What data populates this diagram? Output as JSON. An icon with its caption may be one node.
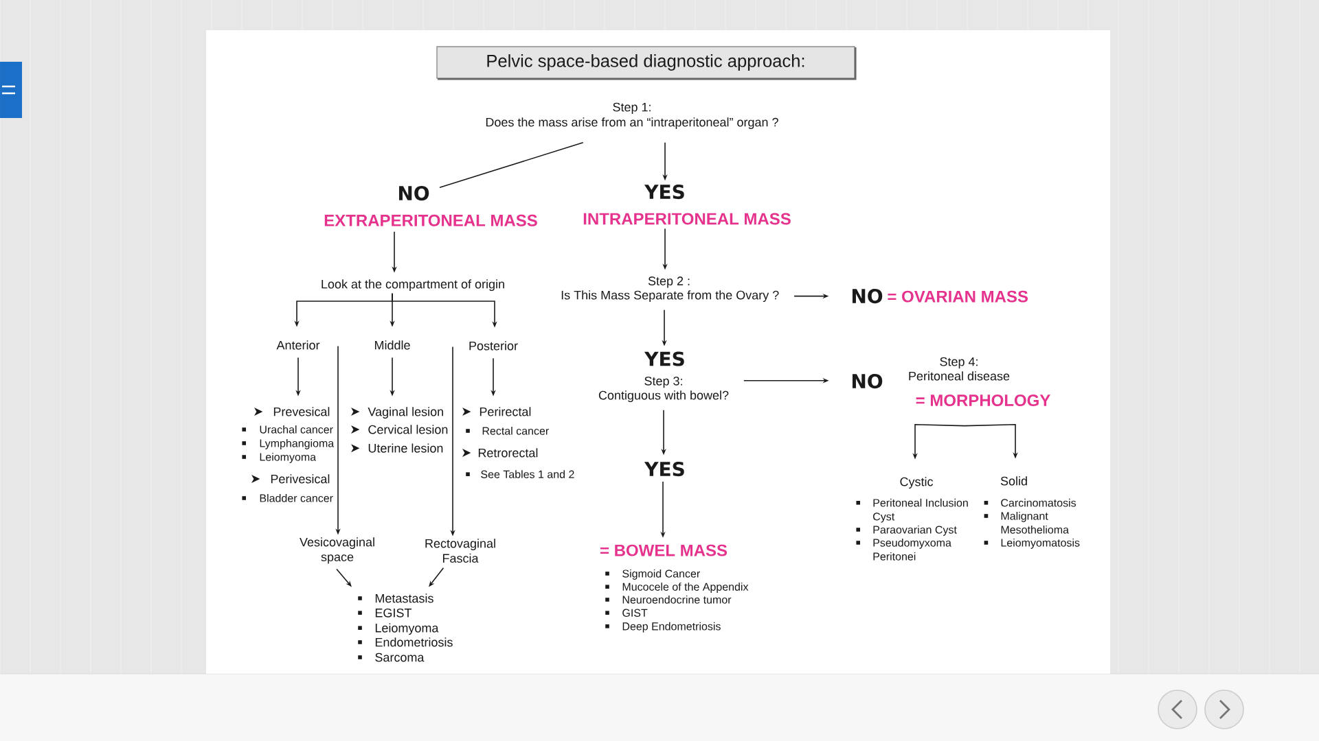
{
  "diagram": {
    "title": "Pelvic space-based diagnostic approach:",
    "nodes": [
      {
        "text": [
          "Step 1:",
          "Does the mass arise from an “intraperitoneal” organ ?"
        ]
      },
      {
        "text": [
          "NO",
          "EXTRAPERITONEAL MASS"
        ]
      },
      {
        "text": [
          "YES",
          "INTRAPERITONEAL MASS"
        ]
      },
      {
        "text": [
          "Look at the compartment of origin"
        ]
      },
      {
        "text": [
          "Anterior"
        ]
      },
      {
        "text": [
          "Middle"
        ]
      },
      {
        "text": [
          "Posterior"
        ]
      },
      {
        "text": [
          "Prevesical",
          "Urachal cancer",
          "Lymphangioma",
          "Leiomyoma",
          "Perivesical",
          "Bladder cancer"
        ]
      },
      {
        "text": [
          "Vaginal lesion",
          "Cervical lesion",
          "Uterine lesion"
        ]
      },
      {
        "text": [
          "Perirectal",
          "Rectal cancer",
          "Retrorectal",
          "See Tables 1 and 2"
        ]
      },
      {
        "text": [
          "Vesicovaginal space"
        ]
      },
      {
        "text": [
          "Rectovaginal Fascia"
        ]
      },
      {
        "text": [
          "Metastasis",
          "EGIST",
          "Leiomyoma",
          "Endometriosis",
          "Sarcoma"
        ]
      },
      {
        "text": [
          "Step 2 :",
          "Is This Mass Separate from the Ovary ?"
        ]
      },
      {
        "text": [
          "NO",
          "= OVARIAN MASS"
        ]
      },
      {
        "text": [
          "YES",
          "Step 3:",
          "Contiguous with bowel?"
        ]
      },
      {
        "text": [
          "YES"
        ]
      },
      {
        "text": [
          "= BOWEL MASS",
          "Sigmoid Cancer",
          "Mucocele of the Appendix",
          "Neuroendocrine tumor",
          "GIST",
          "Deep Endometriosis"
        ]
      },
      {
        "text": [
          "NO",
          "Step 4:",
          "Peritoneal disease",
          "= MORPHOLOGY"
        ]
      },
      {
        "text": [
          "Cystic",
          "Peritoneal Inclusion Cyst",
          "Paraovarian Cyst",
          "Pseudomyxoma Peritonei"
        ]
      },
      {
        "text": [
          "Solid",
          "Carcinomatosis",
          "Malignant Mesothelioma",
          "Leiomyomatosis"
        ]
      }
    ],
    "edges": [
      {
        "from": 0,
        "to": 1,
        "arrow": "none"
      },
      {
        "from": 0,
        "to": 2,
        "arrow": "to"
      },
      {
        "from": 1,
        "to": 3,
        "arrow": "to"
      },
      {
        "from": 3,
        "to": 4,
        "arrow": "to"
      },
      {
        "from": 3,
        "to": 5,
        "arrow": "to"
      },
      {
        "from": 3,
        "to": 6,
        "arrow": "to"
      },
      {
        "from": 4,
        "to": 7,
        "arrow": "to"
      },
      {
        "from": 5,
        "to": 8,
        "arrow": "to"
      },
      {
        "from": 6,
        "to": 9,
        "arrow": "to"
      },
      {
        "from": 4,
        "to": 10,
        "arrow": "to"
      },
      {
        "from": 6,
        "to": 11,
        "arrow": "to"
      },
      {
        "from": 10,
        "to": 12,
        "arrow": "to"
      },
      {
        "from": 11,
        "to": 12,
        "arrow": "to"
      },
      {
        "from": 2,
        "to": 13,
        "arrow": "to"
      },
      {
        "from": 13,
        "to": 14,
        "arrow": "to"
      },
      {
        "from": 13,
        "to": 15,
        "arrow": "to"
      },
      {
        "from": 15,
        "to": 16,
        "arrow": "to"
      },
      {
        "from": 15,
        "to": 18,
        "arrow": "to"
      },
      {
        "from": 16,
        "to": 17,
        "arrow": "to"
      },
      {
        "from": 18,
        "to": 19,
        "arrow": "to"
      },
      {
        "from": 18,
        "to": 20,
        "arrow": "to"
      }
    ]
  }
}
